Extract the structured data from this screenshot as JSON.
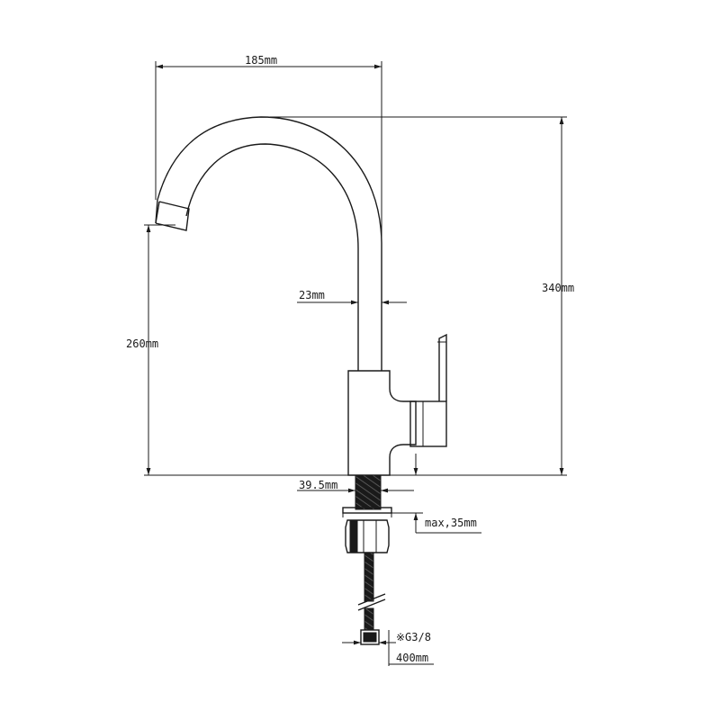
{
  "drawing": {
    "dimensions": {
      "spout_reach": "185mm",
      "total_height": "340mm",
      "spout_height": "260mm",
      "pipe_diameter": "23mm",
      "base_diameter": "39.5mm",
      "max_thickness": "max,35mm",
      "connection_thread": "※G3/8",
      "hose_length": "400mm"
    },
    "colors": {
      "line": "#1a1a1a",
      "background": "#ffffff"
    }
  }
}
